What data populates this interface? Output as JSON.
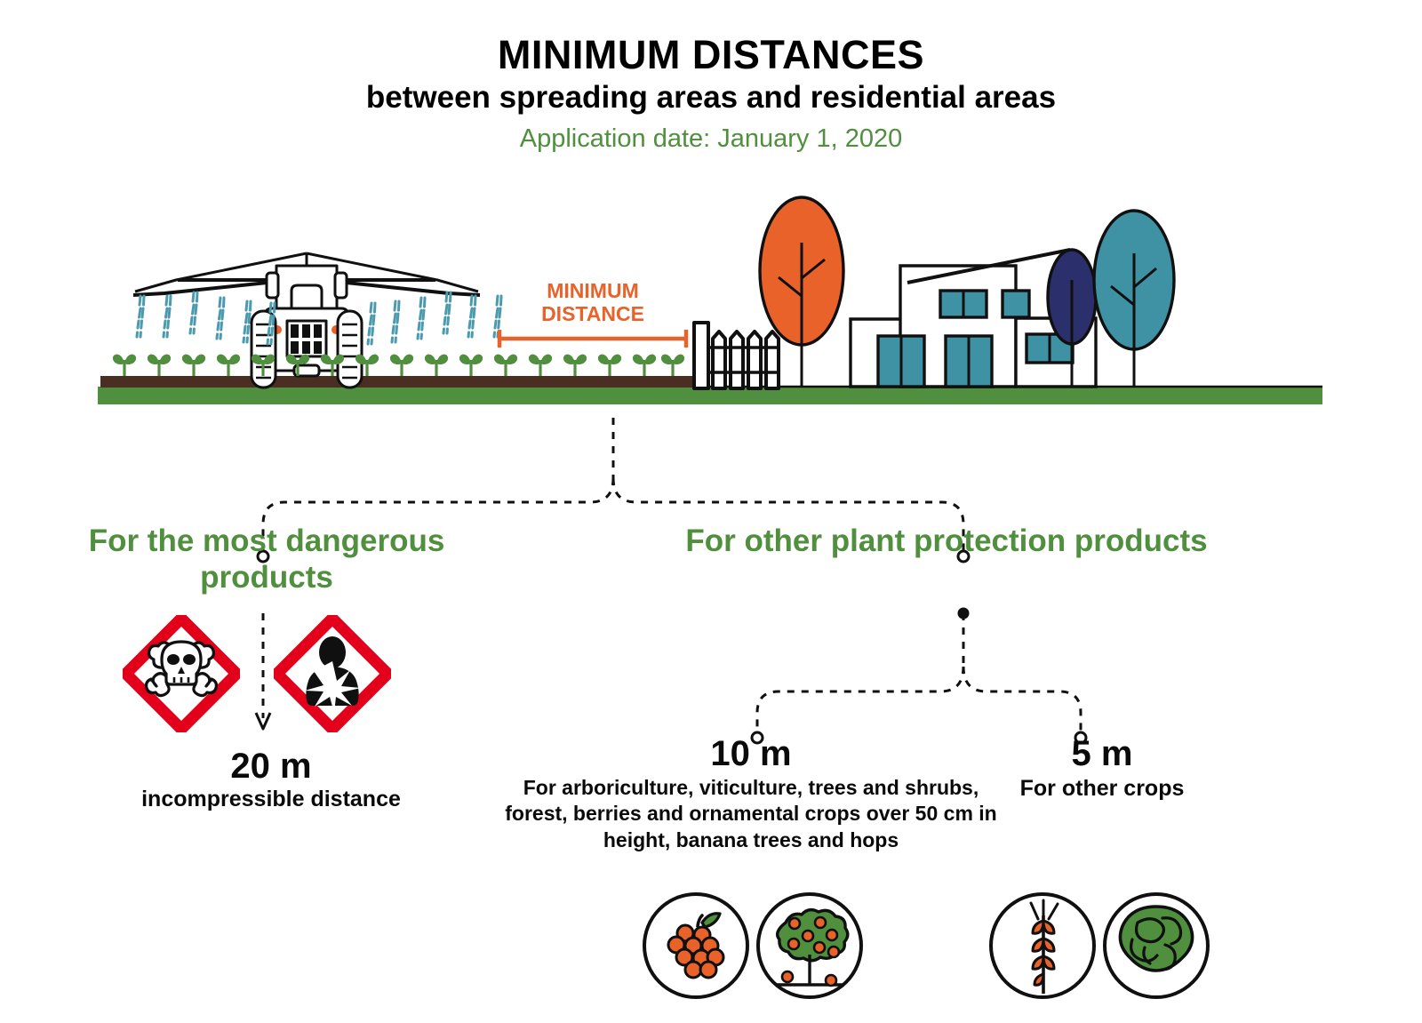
{
  "title": {
    "main": "MINIMUM DISTANCES",
    "subtitle": "between spreading areas and residential areas",
    "date": "Application date: January 1, 2020"
  },
  "scene": {
    "distance_label_line1": "MINIMUM",
    "distance_label_line2": "DISTANCE",
    "icons": {
      "tractor": "tractor-sprayer-icon",
      "spray": "spray-jets-icon",
      "crop_row": "crop-row-icon",
      "fence": "picket-fence-icon",
      "house": "residential-house-icon",
      "tree_orange": "orange-tree-icon",
      "tree_navy": "navy-tree-icon",
      "tree_teal": "teal-tree-icon",
      "distance_arrow": "minimum-distance-arrow-icon"
    }
  },
  "sections": {
    "left": {
      "heading": "For the most dangerous products",
      "pictograms": [
        {
          "name": "ghs-skull-crossbones-icon",
          "label": "skull and crossbones"
        },
        {
          "name": "ghs-health-hazard-icon",
          "label": "health hazard"
        }
      ],
      "value": "20 m",
      "description": "incompressible distance"
    },
    "right": {
      "heading": "For other plant protection products",
      "branches": [
        {
          "value": "10 m",
          "description": "For arboriculture, viticulture, trees and shrubs, forest, berries and ornamental crops over 50 cm in height, banana trees and hops",
          "crops": [
            {
              "name": "grapes-icon",
              "label": "grapes"
            },
            {
              "name": "fruit-tree-icon",
              "label": "fruit tree"
            }
          ]
        },
        {
          "value": "5 m",
          "description": "For other crops",
          "crops": [
            {
              "name": "wheat-ear-icon",
              "label": "wheat ear"
            },
            {
              "name": "cabbage-icon",
              "label": "cabbage"
            }
          ]
        }
      ]
    }
  },
  "colors": {
    "green": "#4f8f3e",
    "orange": "#e8622a",
    "teal": "#3f92a3",
    "navy": "#2b2f6b",
    "red": "#e2001a",
    "soil": "#4a2e22",
    "black": "#101010",
    "spray_blue": "#4b9aae"
  }
}
